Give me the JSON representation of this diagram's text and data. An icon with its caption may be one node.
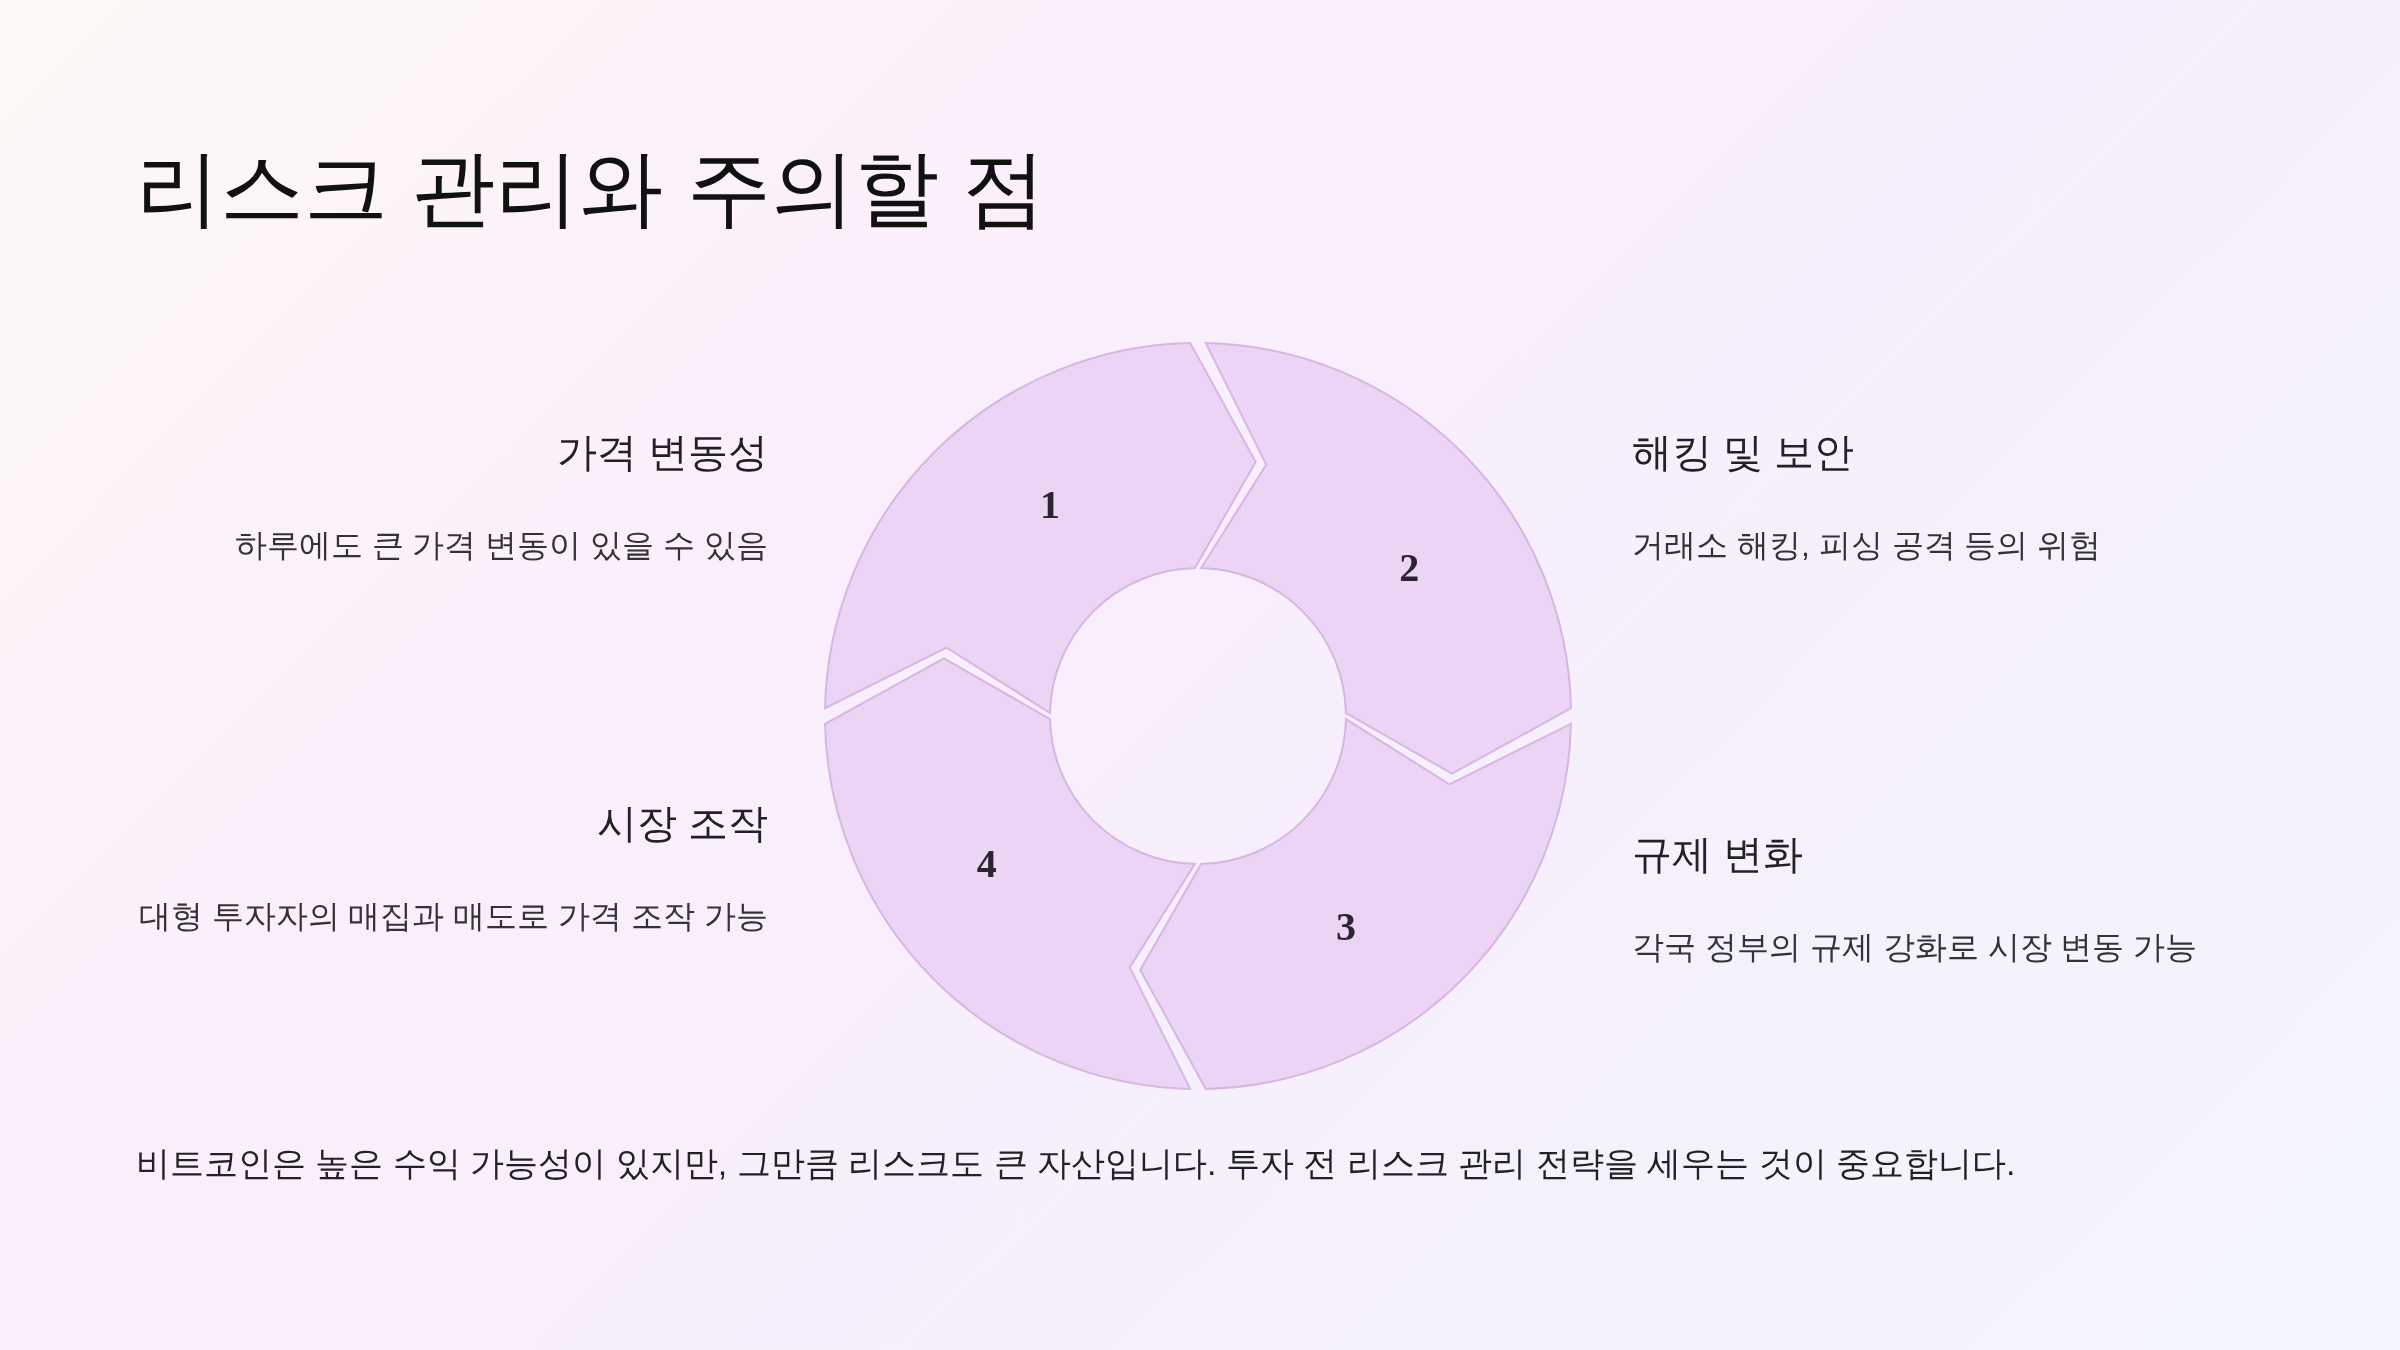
{
  "diagram": {
    "title": "리스크 관리와 주의할 점",
    "nodes": [
      {
        "text": [
          "1"
        ],
        "beside": [
          "가격 변동성",
          "하루에도 큰 가격 변동이 있을 수 있음"
        ]
      },
      {
        "text": [
          "2"
        ],
        "beside": [
          "해킹 및 보안",
          "거래소 해킹, 피싱 공격 등의 위험"
        ]
      },
      {
        "text": [
          "3"
        ],
        "beside": [
          "규제 변화",
          "각국 정부의 규제 강화로 시장 변동 가능"
        ]
      },
      {
        "text": [
          "4"
        ],
        "beside": [
          "시장 조작",
          "대형 투자자의 매집과 매도로 가격 조작 가능"
        ]
      }
    ],
    "caption": "비트코인은 높은 수익 가능성이 있지만, 그만큼 리스크도 큰 자산입니다. 투자 전 리스크 관리 전략을 세우는 것이 중요합니다."
  }
}
